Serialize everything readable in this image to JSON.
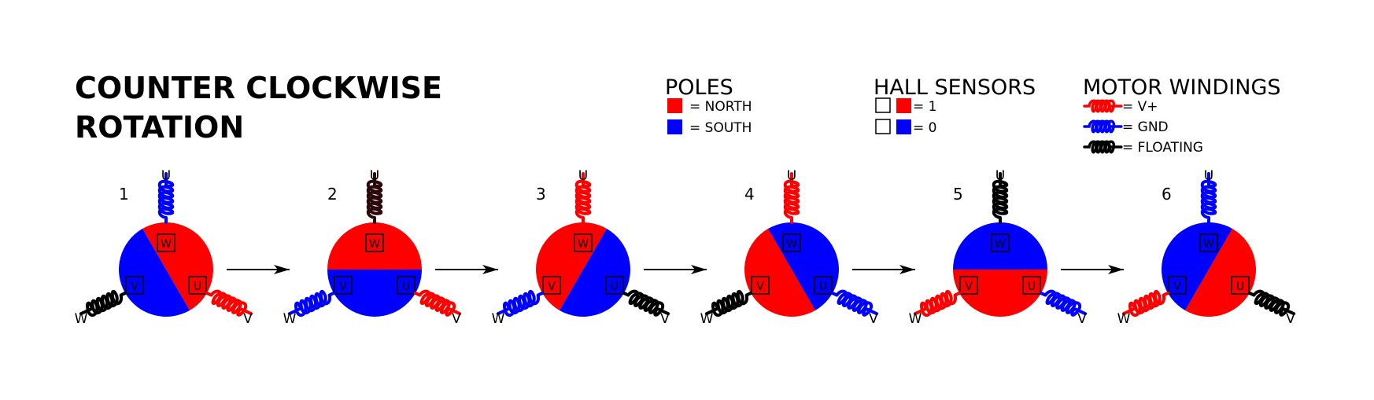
{
  "title": {
    "line1": "COUNTER CLOCKWISE",
    "line2": "ROTATION"
  },
  "colors": {
    "north": "#ff0000",
    "south": "#0000ff",
    "v_plus": "#ff0000",
    "gnd": "#0000ff",
    "floating": "#000000",
    "dark_floating": "#2a0a0a"
  },
  "legend": {
    "poles": {
      "heading": "POLES",
      "north_label": "= NORTH",
      "south_label": "= SOUTH"
    },
    "hall": {
      "heading": "HALL SENSORS",
      "one_label": "= 1",
      "zero_label": "= 0"
    },
    "windings": {
      "heading": "MOTOR WINDINGS",
      "vplus_label": "= V+",
      "gnd_label": "= GND",
      "floating_label": "= FLOATING"
    }
  },
  "phase_labels": {
    "u": "U",
    "v": "V",
    "w": "W"
  },
  "sensor_labels": {
    "w": "W",
    "v": "V",
    "u": "U"
  },
  "steps": [
    {
      "number": "1",
      "north_angle_deg": 60,
      "u_coil": "gnd",
      "v_coil": "v_plus",
      "w_coil": "floating"
    },
    {
      "number": "2",
      "north_angle_deg": 0,
      "u_coil": "dark_floating",
      "v_coil": "v_plus",
      "w_coil": "gnd"
    },
    {
      "number": "3",
      "north_angle_deg": -60,
      "u_coil": "v_plus",
      "v_coil": "floating",
      "w_coil": "gnd"
    },
    {
      "number": "4",
      "north_angle_deg": -120,
      "u_coil": "v_plus",
      "v_coil": "gnd",
      "w_coil": "floating"
    },
    {
      "number": "5",
      "north_angle_deg": 180,
      "u_coil": "floating",
      "v_coil": "gnd",
      "w_coil": "v_plus"
    },
    {
      "number": "6",
      "north_angle_deg": 120,
      "u_coil": "gnd",
      "v_coil": "floating",
      "w_coil": "v_plus"
    }
  ]
}
